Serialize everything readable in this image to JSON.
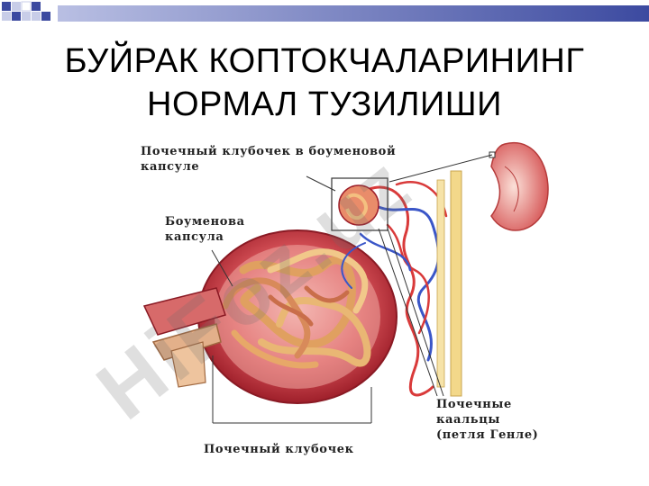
{
  "slide": {
    "title_line1": "БУЙРАК КОПТОКЧАЛАРИНИНГ",
    "title_line2": "НОРМАЛ ТУЗИЛИШИ",
    "colors": {
      "band_dark": "#3c4aa0",
      "band_light": "#c8cde8",
      "label_text": "#222222"
    }
  },
  "labels": {
    "glomerulus_capsule_1": "Почечный клубочек в боуменовой",
    "glomerulus_capsule_2": "капсуле",
    "bowman_1": "Боуменова",
    "bowman_2": "капсула",
    "glomerulus": "Почечный клубочек",
    "loops_1": "Почечные",
    "loops_2": "каальцы",
    "loops_3": "(петля Генле)"
  },
  "watermark": {
    "text": "HiFoz.uz"
  }
}
